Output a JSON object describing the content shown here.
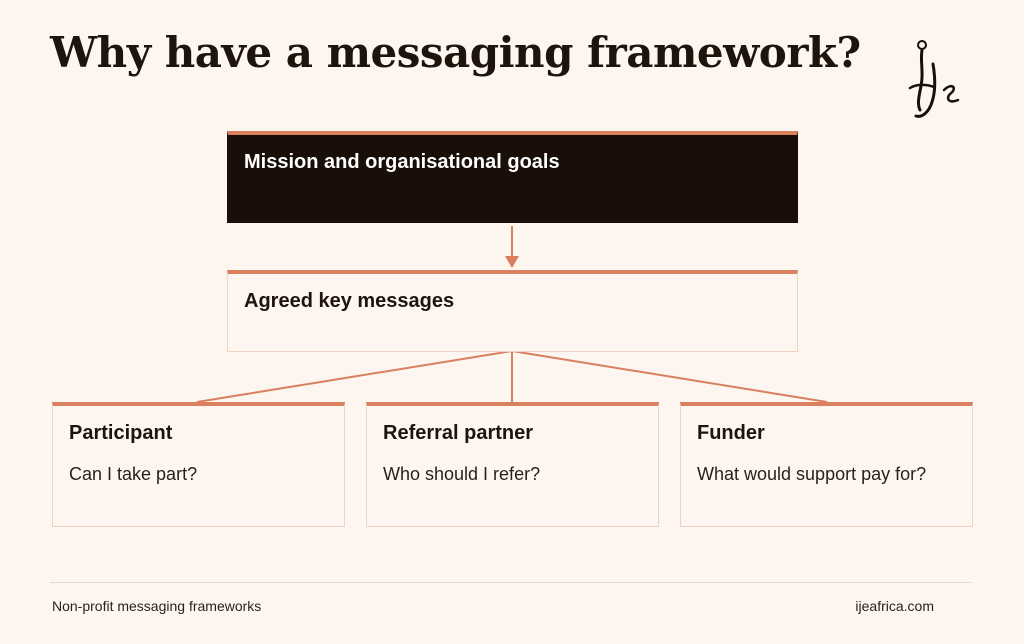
{
  "title": "Why have a messaging framework?",
  "logo": {
    "text": "Ije",
    "icon": "ije-logo-icon"
  },
  "top_box": {
    "title": "Mission and organisational goals"
  },
  "middle_box": {
    "title": "Agreed key messages"
  },
  "audiences": [
    {
      "title": "Participant",
      "question": "Can I take part?"
    },
    {
      "title": "Referral partner",
      "question": "Who should I refer?"
    },
    {
      "title": "Funder",
      "question": "What would support pay for?"
    }
  ],
  "footer": {
    "left": "Non-profit messaging frameworks",
    "right": "ijeafrica.com"
  },
  "colors": {
    "accent": "#d9805f",
    "dark_box": "#1a0e08",
    "background": "#fdf5ef",
    "text": "#1f140c"
  }
}
